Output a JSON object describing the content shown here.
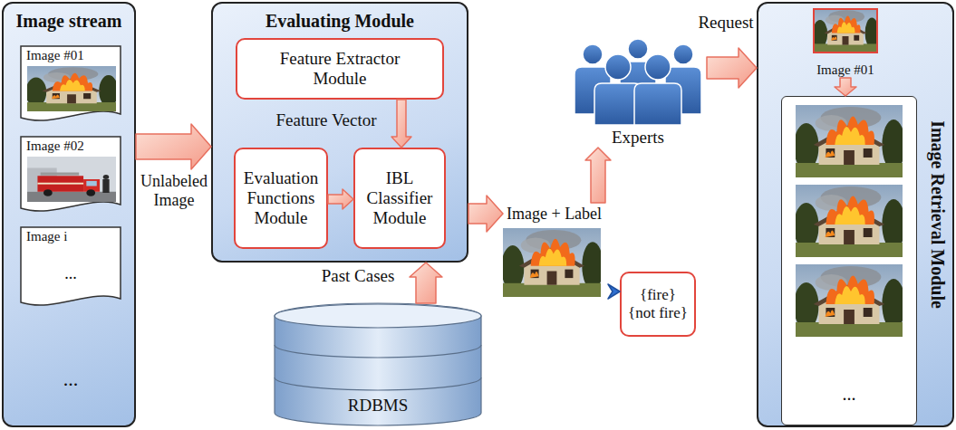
{
  "diagram": {
    "nodes": [
      {
        "text": [
          "Image stream"
        ]
      },
      {
        "text": [
          "Image #01"
        ],
        "in": 0
      },
      {
        "text": [
          "Image #02"
        ],
        "in": 0
      },
      {
        "text": [
          "Image i",
          "..."
        ],
        "in": 0
      },
      {
        "text": [
          "Evaluating Module"
        ]
      },
      {
        "text": [
          "Feature Extractor Module"
        ],
        "in": 4
      },
      {
        "text": [
          "Evaluation Functions Module"
        ],
        "in": 4
      },
      {
        "text": [
          "IBL Classifier Module"
        ],
        "in": 4
      },
      {
        "text": [
          "RDBMS"
        ]
      },
      {
        "text": [
          "Image + Label"
        ]
      },
      {
        "text": [
          "{fire} {not fire}"
        ]
      },
      {
        "text": [
          "Experts"
        ]
      },
      {
        "text": [
          "Image Retrieval Module"
        ]
      },
      {
        "text": [
          "Image #01"
        ],
        "in": 12
      },
      {
        "text": [
          "..."
        ],
        "in": 12
      }
    ],
    "edges": [
      {
        "from": 0,
        "to": 4,
        "arrow": "to",
        "label": "Unlabeled Image"
      },
      {
        "from": 5,
        "to": 7,
        "arrow": "to",
        "label": "Feature Vector"
      },
      {
        "from": 6,
        "to": 7,
        "arrow": "to"
      },
      {
        "from": 8,
        "to": 4,
        "arrow": "to",
        "label": "Past Cases"
      },
      {
        "from": 4,
        "to": 9,
        "arrow": "to"
      },
      {
        "from": 9,
        "to": 10,
        "arrow": "to"
      },
      {
        "from": 9,
        "to": 11,
        "arrow": "to"
      },
      {
        "from": 11,
        "to": 12,
        "arrow": "to",
        "label": "Request"
      },
      {
        "from": 13,
        "to": 14,
        "arrow": "to"
      }
    ],
    "labels": [
      "..."
    ]
  }
}
